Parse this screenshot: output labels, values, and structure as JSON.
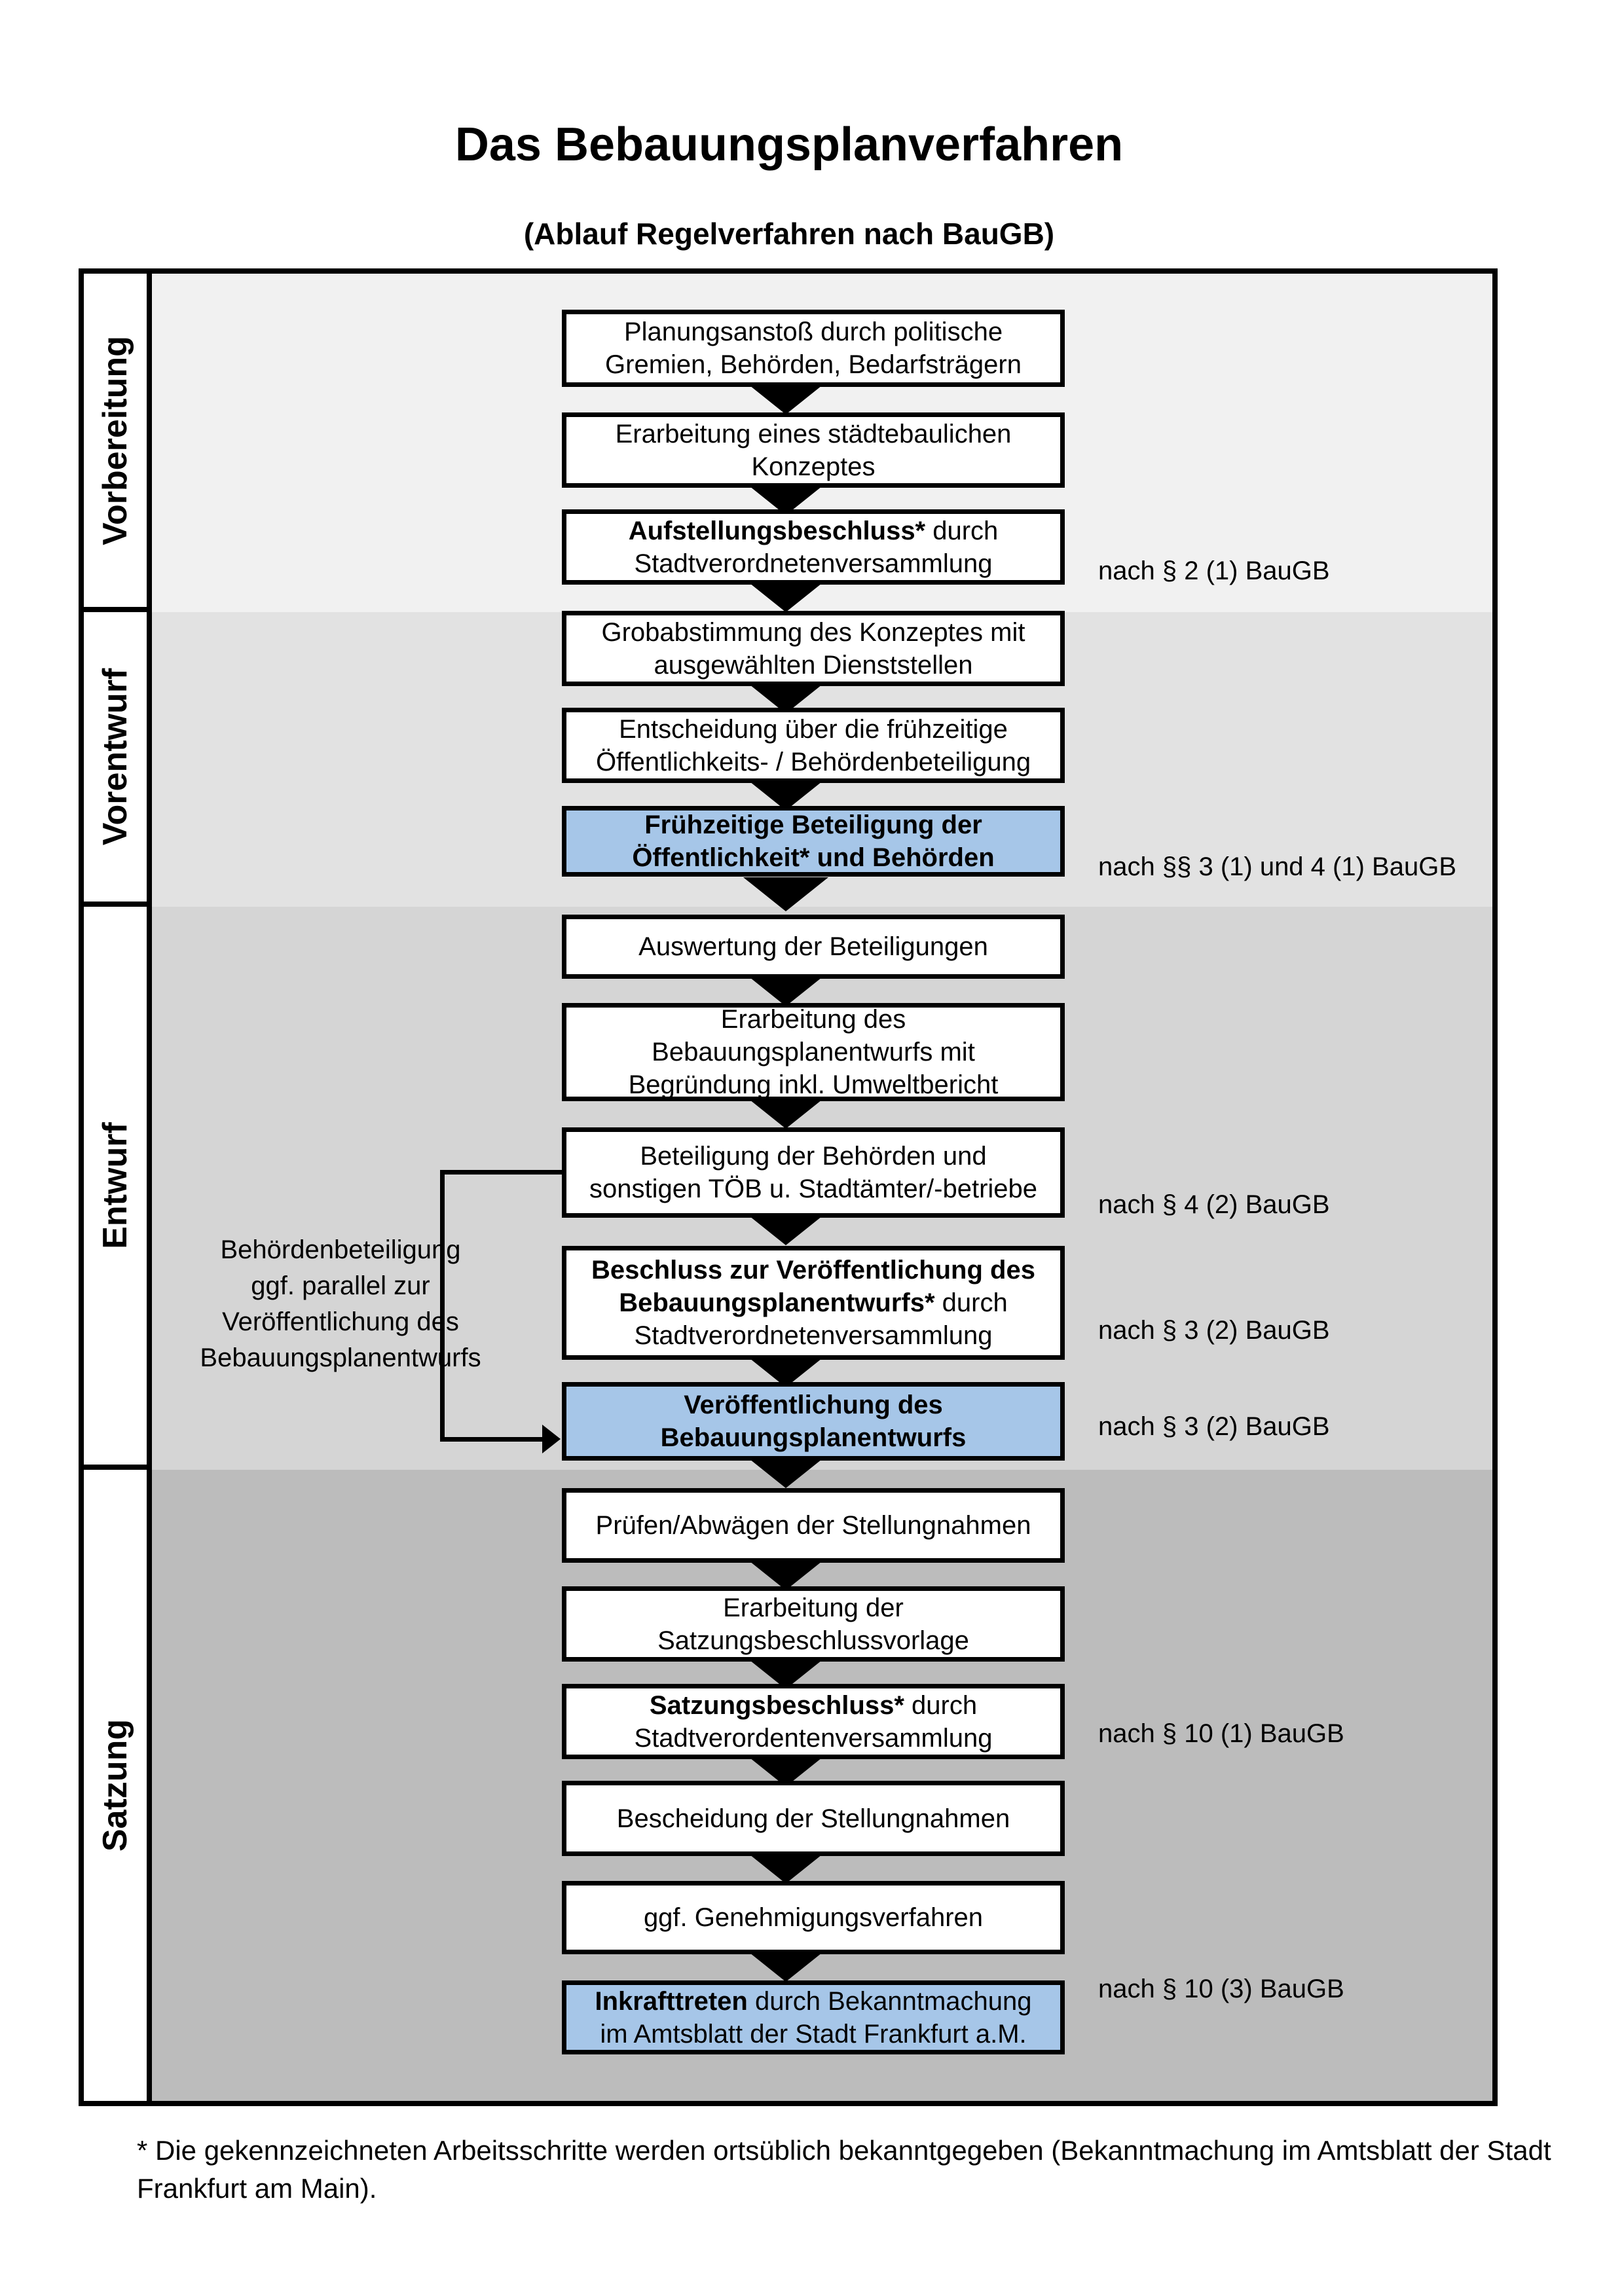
{
  "title": "Das Bebauungsplanverfahren",
  "subtitle": "(Ablauf Regelverfahren nach BauGB)",
  "colors": {
    "highlight_blue": "#a6c6e8",
    "section_backgrounds": [
      "#f1f1f1",
      "#e2e2e2",
      "#d5d5d5",
      "#bcbcbc"
    ],
    "border": "#000000",
    "page_background": "#ffffff"
  },
  "sections": [
    {
      "label": "Vorbereitung"
    },
    {
      "label": "Vorentwurf"
    },
    {
      "label": "Entwurf"
    },
    {
      "label": "Satzung"
    }
  ],
  "boxes": [
    {
      "lines": [
        {
          "r": "Planungsanstoß durch politische"
        },
        {
          "r": "Gremien, Behörden, Bedarfsträgern"
        }
      ]
    },
    {
      "lines": [
        {
          "r": "Erarbeitung eines städtebaulichen"
        },
        {
          "r": "Konzeptes"
        }
      ]
    },
    {
      "lines": [
        {
          "b": "Aufstellungsbeschluss*",
          "r": " durch"
        },
        {
          "r": "Stadtverordnetenversammlung"
        }
      ]
    },
    {
      "lines": [
        {
          "r": "Grobabstimmung des Konzeptes mit"
        },
        {
          "r": "ausgewählten Dienststellen"
        }
      ]
    },
    {
      "lines": [
        {
          "r": "Entscheidung über die frühzeitige"
        },
        {
          "r": "Öffentlichkeits- / Behördenbeteiligung"
        }
      ]
    },
    {
      "blue": true,
      "lines": [
        {
          "b": "Frühzeitige Beteiligung der"
        },
        {
          "b": "Öffentlichkeit* und Behörden"
        }
      ]
    },
    {
      "lines": [
        {
          "r": "Auswertung der Beteiligungen"
        }
      ]
    },
    {
      "lines": [
        {
          "r": "Erarbeitung des"
        },
        {
          "r": "Bebauungsplanentwurfs mit"
        },
        {
          "r": "Begründung inkl. Umweltbericht"
        }
      ]
    },
    {
      "lines": [
        {
          "r": "Beteiligung der Behörden und"
        },
        {
          "r": "sonstigen TÖB u. Stadtämter/-betriebe"
        }
      ]
    },
    {
      "lines": [
        {
          "b": "Beschluss zur Veröffentlichung des"
        },
        {
          "b": "Bebauungsplanentwurfs*",
          "r": " durch"
        },
        {
          "r": "Stadtverordnetenversammlung"
        }
      ]
    },
    {
      "blue": true,
      "lines": [
        {
          "b": "Veröffentlichung des"
        },
        {
          "b": "Bebauungsplanentwurfs"
        }
      ]
    },
    {
      "lines": [
        {
          "r": "Prüfen/Abwägen der Stellungnahmen"
        }
      ]
    },
    {
      "lines": [
        {
          "r": "Erarbeitung der"
        },
        {
          "r": "Satzungsbeschlussvorlage"
        }
      ]
    },
    {
      "lines": [
        {
          "b": "Satzungsbeschluss*",
          "r": " durch"
        },
        {
          "r": "Stadtverordentenversammlung"
        }
      ]
    },
    {
      "lines": [
        {
          "r": "Bescheidung der Stellungnahmen"
        }
      ]
    },
    {
      "lines": [
        {
          "r": "ggf. Genehmigungsverfahren"
        }
      ]
    },
    {
      "blue": true,
      "lines": [
        {
          "b": "Inkrafttreten",
          "r": " durch Bekanntmachung"
        },
        {
          "r": "im Amtsblatt der Stadt Frankfurt a.M."
        }
      ]
    }
  ],
  "side_note": {
    "lines": [
      "Behördenbeteiligung",
      "ggf. parallel zur",
      "Veröffentlichung des",
      "Bebauungsplanentwurfs"
    ]
  },
  "annotations": [
    {
      "text": "nach § 2 (1) BauGB"
    },
    {
      "text": "nach §§ 3 (1) und 4 (1) BauGB"
    },
    {
      "text": "nach § 4 (2) BauGB"
    },
    {
      "text": "nach § 3 (2) BauGB"
    },
    {
      "text": "nach § 3 (2) BauGB"
    },
    {
      "text": "nach § 10 (1) BauGB"
    },
    {
      "text": "nach § 10 (3) BauGB"
    }
  ],
  "footnote": "* Die gekennzeichneten Arbeitsschritte werden ortsüblich bekanntgegeben (Bekanntmachung im Amtsblatt der Stadt Frankfurt am Main)."
}
